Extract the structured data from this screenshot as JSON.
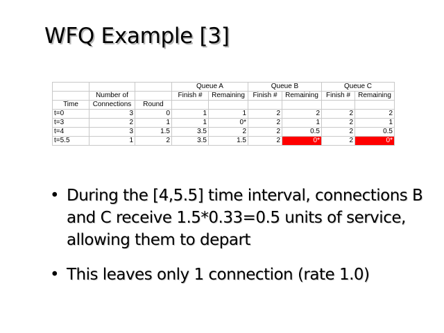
{
  "slide": {
    "title": "WFQ Example [3]"
  },
  "table": {
    "group_headers": {
      "queue_a": "Queue A",
      "queue_b": "Queue B",
      "queue_c": "Queue C"
    },
    "headers": {
      "time": "Time",
      "connections_line1": "Number of",
      "connections_line2": "Connections",
      "round": "Round",
      "finish_a": "Finish #",
      "remaining_a": "Remaining",
      "finish_b": "Finish #",
      "remaining_b": "Remaining",
      "finish_c": "Finish #",
      "remaining_c": "Remaining"
    },
    "rows": [
      {
        "time": "t=0",
        "connections": "3",
        "round": "0",
        "finish_a": "1",
        "remaining_a": "1",
        "finish_b": "2",
        "remaining_b": "2",
        "finish_c": "2",
        "remaining_c": "2"
      },
      {
        "time": "t=3",
        "connections": "2",
        "round": "1",
        "finish_a": "1",
        "remaining_a": "0*",
        "finish_b": "2",
        "remaining_b": "1",
        "finish_c": "2",
        "remaining_c": "1"
      },
      {
        "time": "t=4",
        "connections": "3",
        "round": "1.5",
        "finish_a": "3.5",
        "remaining_a": "2",
        "finish_b": "2",
        "remaining_b": "0.5",
        "finish_c": "2",
        "remaining_c": "0.5"
      },
      {
        "time": "t=5.5",
        "connections": "1",
        "round": "2",
        "finish_a": "3.5",
        "remaining_a": "1.5",
        "finish_b": "2",
        "remaining_b": "0*",
        "finish_c": "2",
        "remaining_c": "0*"
      }
    ],
    "highlight_color": "#ff0000"
  },
  "bullets": [
    "During the [4,5.5] time interval, connections B and C receive 1.5*0.33=0.5 units of service, allowing them to depart",
    "This leaves only 1 connection (rate 1.0)"
  ]
}
